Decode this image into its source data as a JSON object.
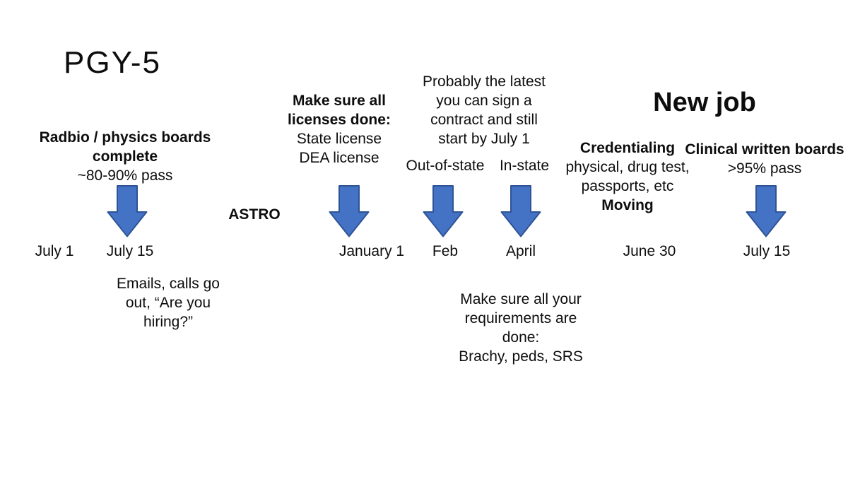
{
  "slide": {
    "title": "PGY-5",
    "colors": {
      "background": "#FFFFFF",
      "text": "#0D0D0D",
      "arrow_fill": "#4472C4",
      "arrow_stroke": "#2F5496"
    }
  },
  "blocks": {
    "radbio": {
      "heading": "Radbio / physics boards\ncomplete",
      "pass_rate": "~80-90% pass"
    },
    "astro": {
      "label": "ASTRO"
    },
    "licenses": {
      "heading": "Make sure all\nlicenses done:",
      "body": "State license\nDEA license"
    },
    "contract": {
      "note": "Probably the latest\nyou can sign a\ncontract and still\nstart by July 1",
      "out_of_state_label": "Out-of-state",
      "in_state_label": "In-state"
    },
    "new_job": {
      "title": "New job"
    },
    "credentialing": {
      "heading": "Credentialing",
      "body": "physical, drug test,\npassports, etc",
      "moving": "Moving"
    },
    "clinical": {
      "heading": "Clinical written boards",
      "pass_rate": ">95% pass"
    }
  },
  "dates": [
    "July 1",
    "July 15",
    "January 1",
    "Feb",
    "April",
    "June 30",
    "July 15"
  ],
  "notes": {
    "emails": "Emails, calls go\nout, “Are you\nhiring?”",
    "requirements": "Make sure all your\nrequirements are\ndone:\nBrachy, peds, SRS"
  },
  "icons": {
    "timeline_arrow": "down-arrow"
  }
}
